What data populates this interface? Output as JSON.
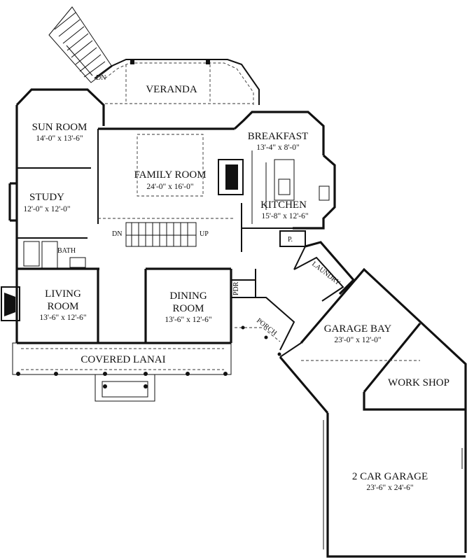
{
  "rooms": {
    "veranda": {
      "name": "VERANDA"
    },
    "sun_room": {
      "name": "SUN ROOM",
      "dims": "14'-0\" x 13'-6\""
    },
    "breakfast": {
      "name": "BREAKFAST",
      "dims": "13'-4\" x 8'-0\""
    },
    "family_room": {
      "name": "FAMILY ROOM",
      "dims": "24'-0\" x 16'-0\""
    },
    "study": {
      "name": "STUDY",
      "dims": "12'-0\" x 12'-0\""
    },
    "kitchen": {
      "name": "KITCHEN",
      "dims": "15'-8\" x 12'-6\""
    },
    "bath": {
      "name": "BATH"
    },
    "pantry": {
      "name": "P."
    },
    "laundry": {
      "name": "LAUNDRY"
    },
    "living_room": {
      "name_line1": "LIVING",
      "name_line2": "ROOM",
      "dims": "13'-6\" x 12'-6\""
    },
    "dining_room": {
      "name_line1": "DINING",
      "name_line2": "ROOM",
      "dims": "13'-6\" x 12'-6\""
    },
    "powder": {
      "name": "PDR"
    },
    "porch": {
      "name": "PORCH"
    },
    "garage_bay": {
      "name": "GARAGE BAY",
      "dims": "23'-0\" x 12'-0\""
    },
    "covered_lanai": {
      "name": "COVERED LANAI"
    },
    "work_shop": {
      "name": "WORK SHOP"
    },
    "two_car_garage": {
      "name": "2 CAR GARAGE",
      "dims": "23'-6\" x 24'-6\""
    }
  },
  "stairs": {
    "down_label": "DN",
    "up_label": "UP",
    "exterior_down_label": "DN"
  }
}
